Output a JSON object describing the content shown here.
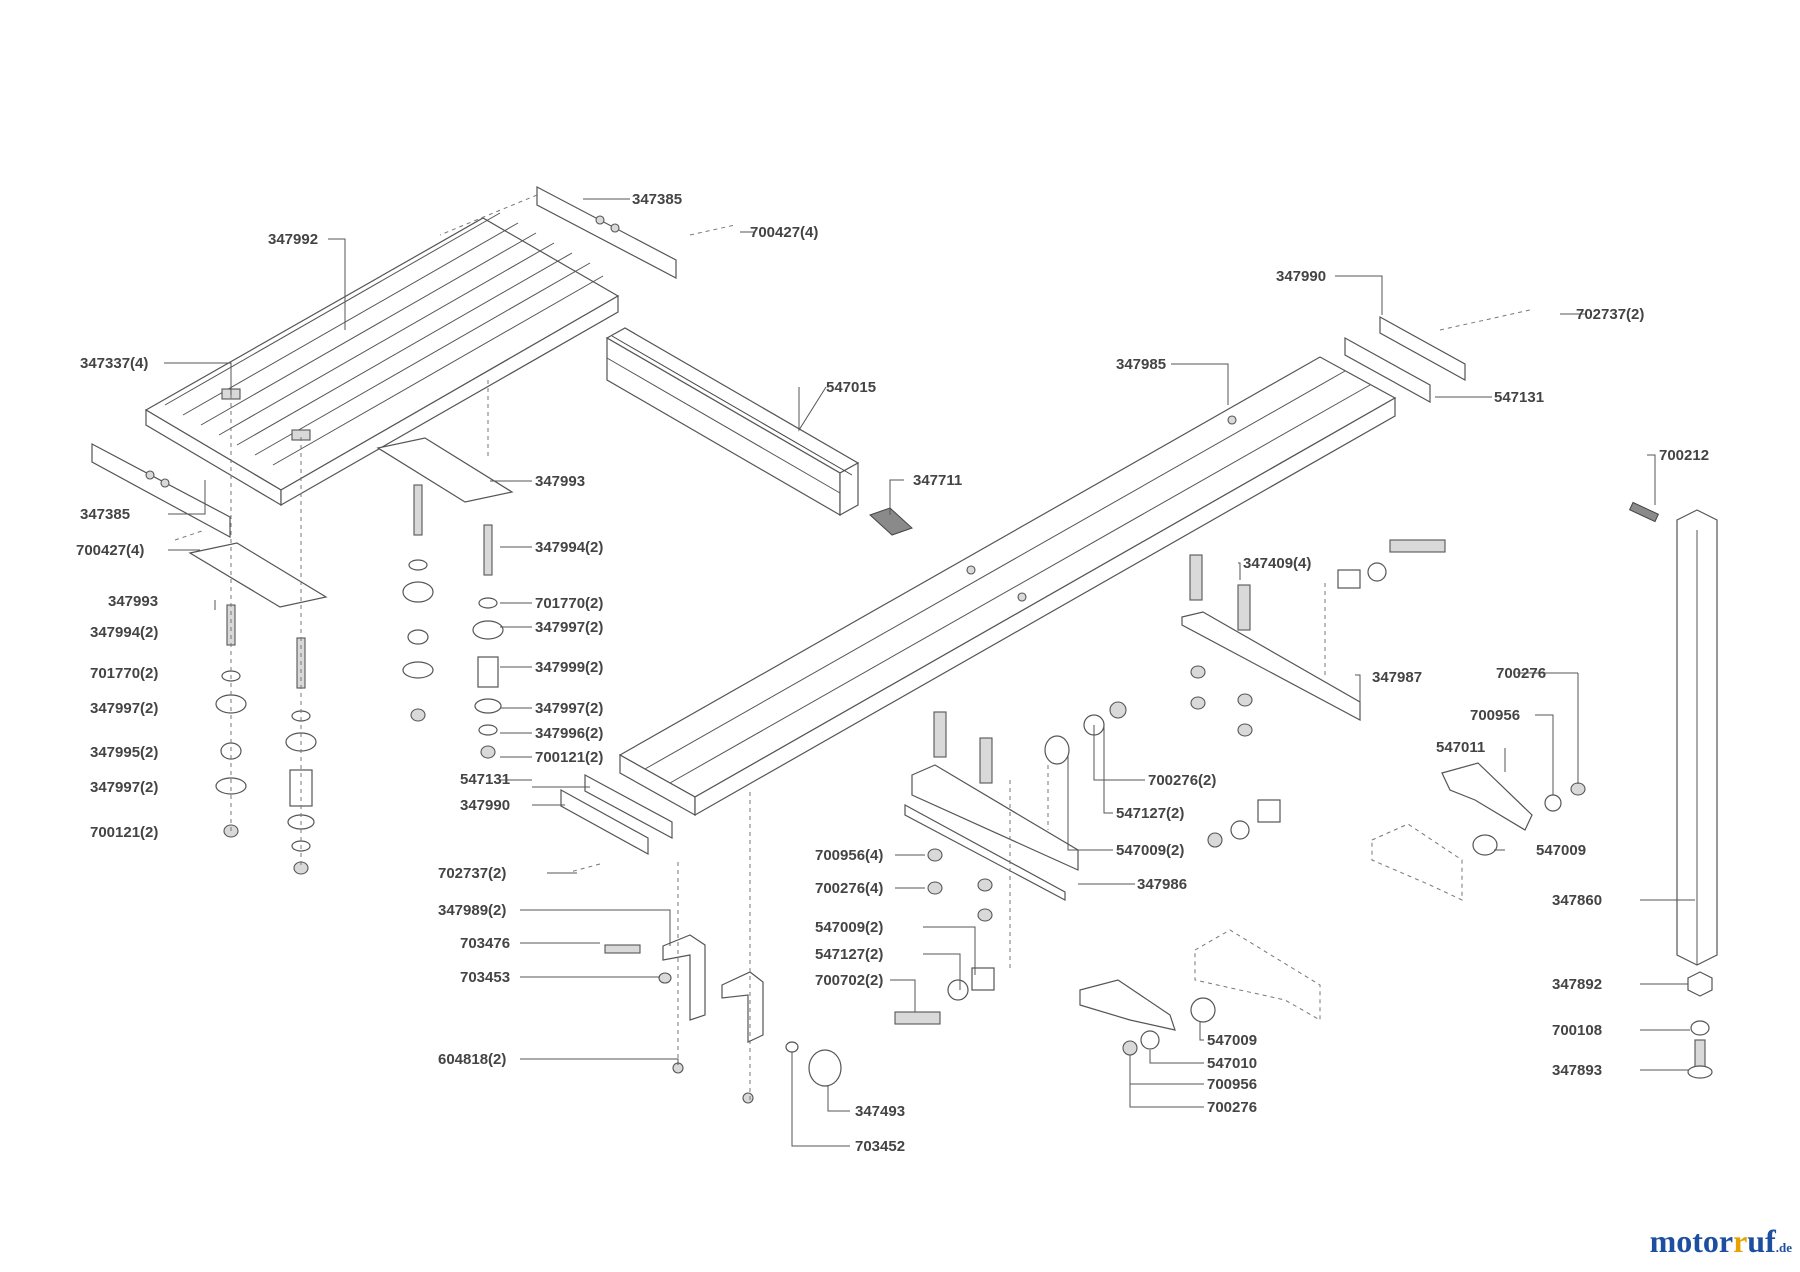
{
  "labels": {
    "l01": "347385",
    "l02": "700427(4)",
    "l03": "347992",
    "l04": "347990",
    "l05": "702737(2)",
    "l06": "347985",
    "l07": "547131",
    "l08": "347337(4)",
    "l09": "547015",
    "l10": "700212",
    "l11": "347993",
    "l12": "347711",
    "l13": "347385",
    "l14": "700427(4)",
    "l15": "347994(2)",
    "l16": "347409(4)",
    "l17": "347993",
    "l18": "701770(2)",
    "l19": "347994(2)",
    "l20": "347997(2)",
    "l21": "347987",
    "l22": "700276",
    "l23": "701770(2)",
    "l24": "347999(2)",
    "l25": "347997(2)",
    "l26": "347997(2)",
    "l27": "700956",
    "l28": "347996(2)",
    "l29": "547011",
    "l30": "347995(2)",
    "l31": "700121(2)",
    "l32": "547131",
    "l33": "700276(2)",
    "l34": "347997(2)",
    "l35": "347990",
    "l36": "547127(2)",
    "l37": "700121(2)",
    "l38": "547009(2)",
    "l39": "547009",
    "l40": "700956(4)",
    "l41": "702737(2)",
    "l42": "700276(4)",
    "l43": "347986",
    "l44": "347860",
    "l45": "347989(2)",
    "l46": "547009(2)",
    "l47": "703476",
    "l48": "547127(2)",
    "l49": "703453",
    "l50": "700702(2)",
    "l51": "347892",
    "l52": "547009",
    "l53": "700108",
    "l54": "604818(2)",
    "l55": "547010",
    "l56": "347893",
    "l57": "700956",
    "l58": "347493",
    "l59": "700276",
    "l60": "703452"
  },
  "watermark": {
    "brand_a": "motor",
    "brand_b": "uf",
    "tld": ".de"
  }
}
